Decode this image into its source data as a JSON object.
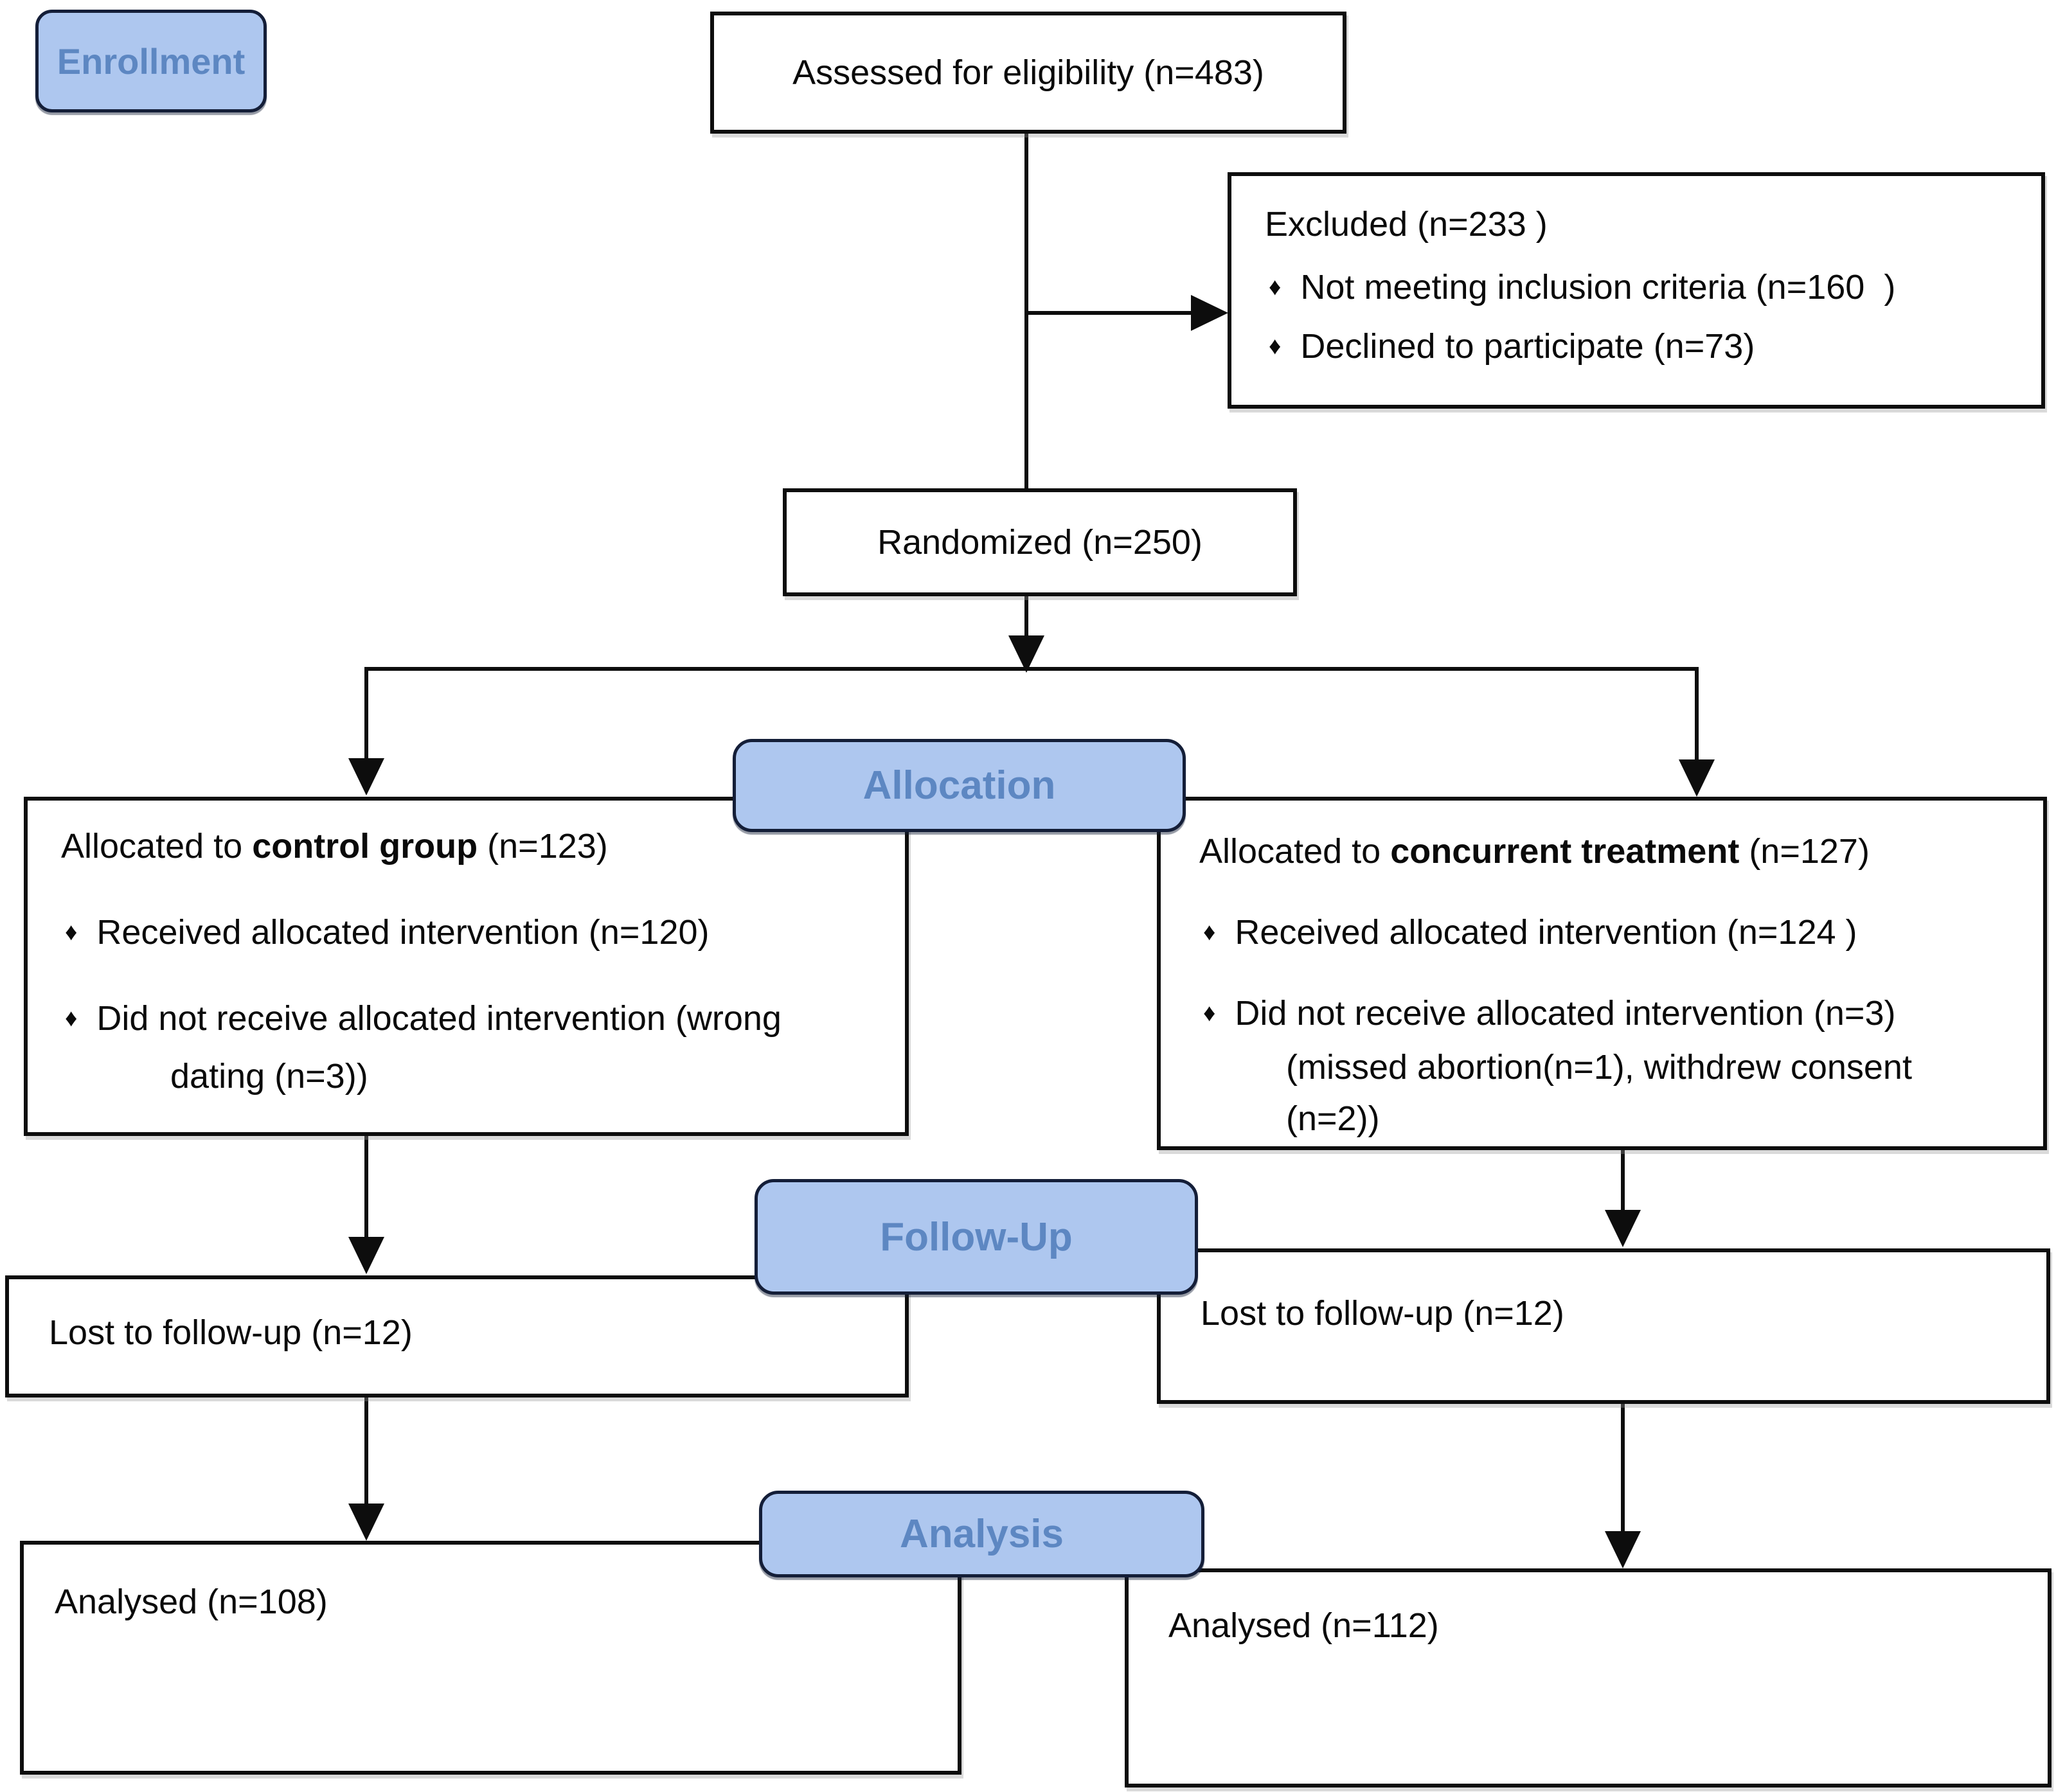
{
  "stage_labels": {
    "enrollment": "Enrollment",
    "allocation": "Allocation",
    "followup": "Follow-Up",
    "analysis": "Analysis"
  },
  "boxes": {
    "assessed": {
      "text": "Assessed for eligibility (n=483)"
    },
    "excluded": {
      "title": "Excluded (n=233 )",
      "bullets": [
        "Not meeting inclusion criteria (n=160  )",
        "Declined to participate (n=73)"
      ]
    },
    "randomized": {
      "text": "Randomized (n=250)"
    },
    "alloc_left": {
      "title_prefix": "Allocated to ",
      "title_bold": "control group",
      "title_suffix": " (n=123)",
      "bullet1": "Received allocated intervention (n=120)",
      "bullet2": "Did not receive allocated intervention (wrong",
      "bullet2_cont": "dating (n=3))"
    },
    "alloc_right": {
      "title_prefix": "Allocated to ",
      "title_bold": "concurrent treatment",
      "title_suffix": " (n=127)",
      "bullet1": "Received allocated intervention (n=124 )",
      "bullet2": "Did not receive allocated intervention (n=3)",
      "bullet2_cont1": "(missed abortion(n=1), withdrew consent",
      "bullet2_cont2": "(n=2))"
    },
    "lost_left": {
      "text": "Lost to follow-up (n=12)"
    },
    "lost_right": {
      "text": "Lost to follow-up (n=12)"
    },
    "analysed_left": {
      "text": "Analysed (n=108)"
    },
    "analysed_right": {
      "text": "Analysed (n=112)"
    }
  },
  "icons": {
    "bullet": "♦"
  },
  "colors": {
    "background": "#ffffff",
    "box_fill": "#ffffff",
    "box_border": "#0d0d0d",
    "connector": "#0d0d0d",
    "badge_fill": "#aec7ef",
    "badge_border": "#141e38",
    "badge_text": "#5d87c2"
  }
}
